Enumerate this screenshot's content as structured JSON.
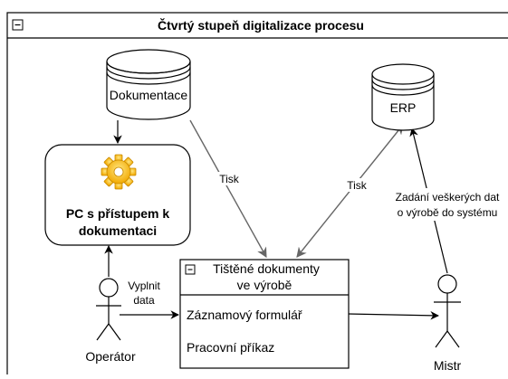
{
  "container": {
    "title": "Čtvrtý stupeň digitalizace procesu",
    "collapse_symbol": "−"
  },
  "nodes": {
    "dokumentace": {
      "label": "Dokumentace",
      "shape": "database-cylinder"
    },
    "erp": {
      "label": "ERP",
      "shape": "database-cylinder"
    },
    "pc": {
      "line1": "PC s přístupem k",
      "line2": "dokumentaci",
      "icon": "gear-icon"
    },
    "docs_box": {
      "title_line1": "Tištěné dokumenty",
      "title_line2": "ve výrobě",
      "collapse_symbol": "−",
      "items": [
        "Záznamový formulář",
        "Pracovní příkaz"
      ]
    },
    "operator": {
      "label": "Operátor",
      "shape": "actor"
    },
    "mistr": {
      "label": "Mistr",
      "shape": "actor"
    }
  },
  "edges": {
    "operator_to_docs": {
      "line1": "Vyplnit",
      "line2": "data"
    },
    "dokumentace_to_docs": {
      "label": "Tisk"
    },
    "erp_docs": {
      "label": "Tisk"
    },
    "mistr_to_erp": {
      "line1": "Zadání veškerých dat",
      "line2": "o výrobě do systému"
    }
  },
  "colors": {
    "stroke": "#000000",
    "db_fill": "#ffffff",
    "header_fill": "#ffffff",
    "edge_stroke": "#666666",
    "gear_outer": "#f2a900",
    "gear_inner": "#fcd34d"
  }
}
